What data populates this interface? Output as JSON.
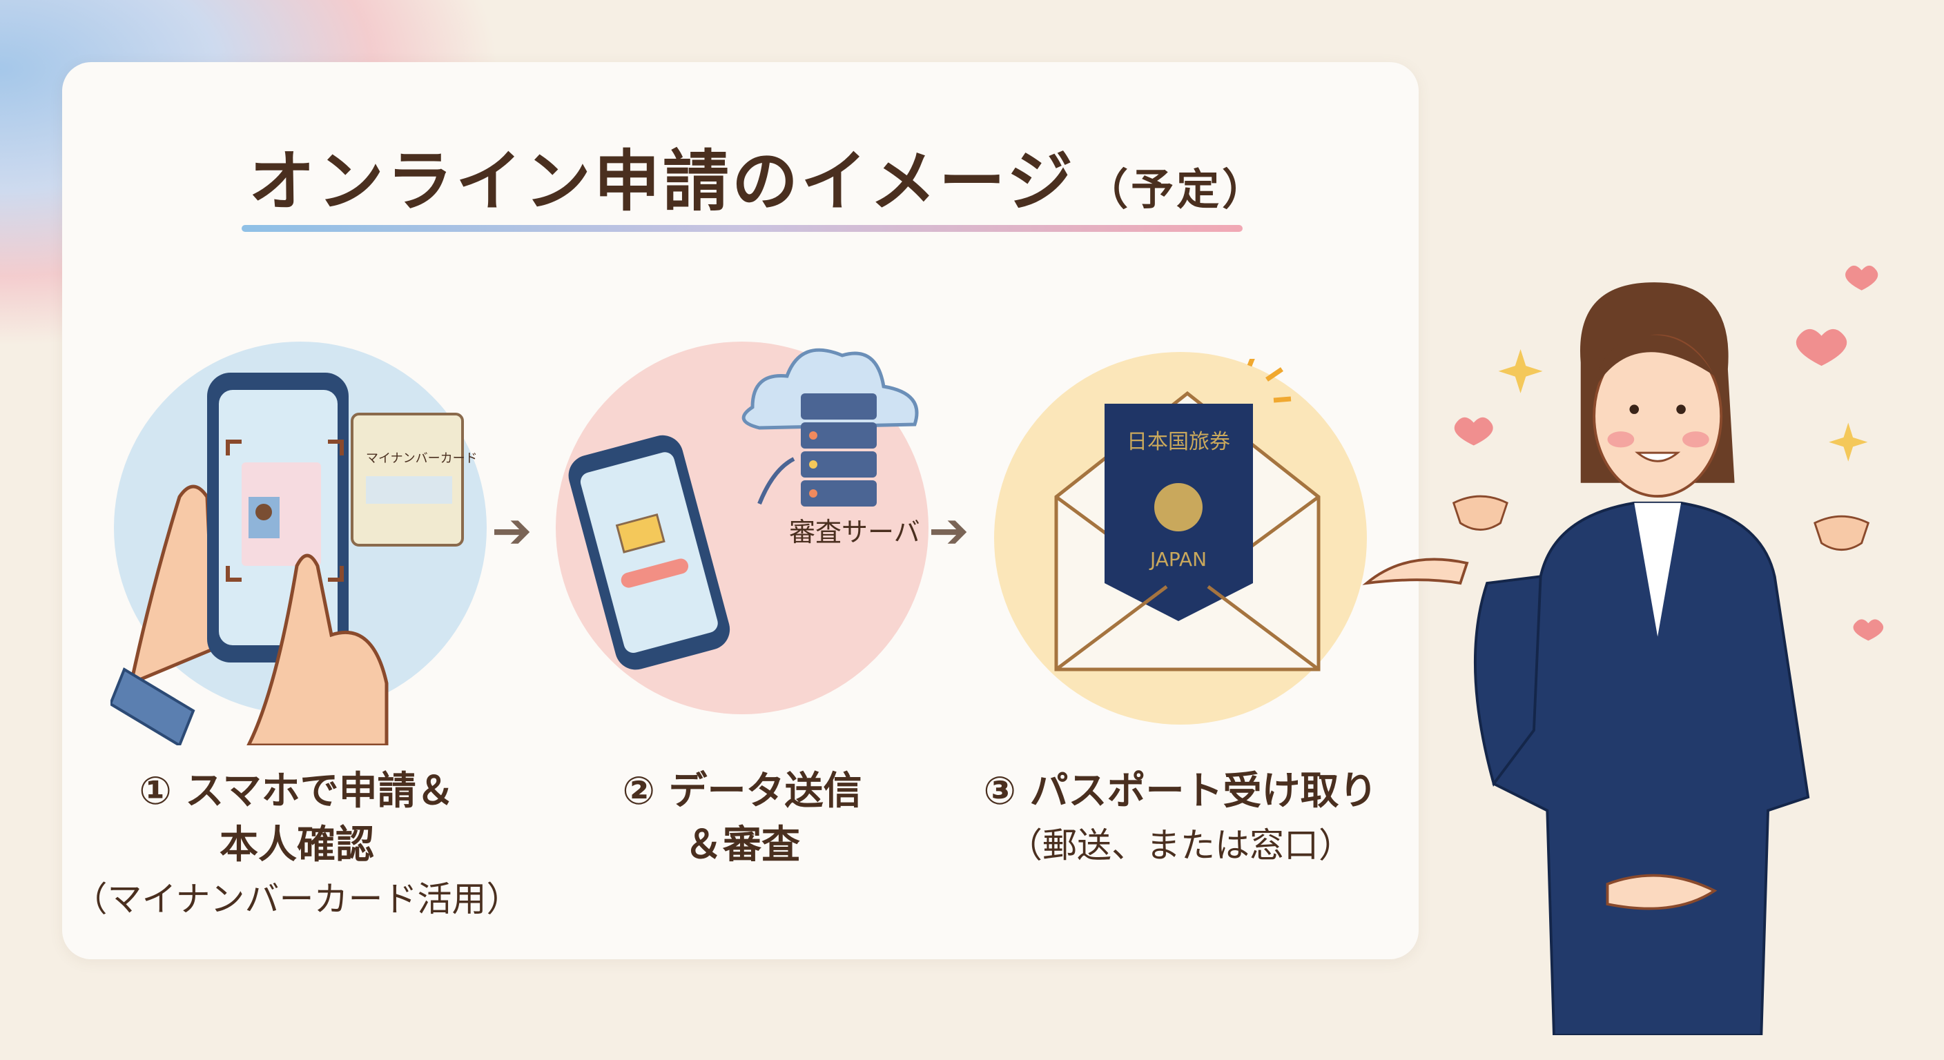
{
  "title": {
    "main": "オンライン申請のイメージ",
    "note": "（予定）"
  },
  "steps": [
    {
      "line1": "① スマホで申請＆",
      "line2": "本人確認",
      "line3": "（マイナンバーカード活用）"
    },
    {
      "line1": "② データ送信",
      "line2": "＆審査"
    },
    {
      "line1": "③ パスポート受け取り",
      "line2": "（郵送、または窓口）"
    }
  ],
  "illustration": {
    "card_label": "マイナンバーカード",
    "server_label": "審査サーバ",
    "passport_country": "JAPAN",
    "passport_title": "日本国旅券"
  },
  "arrow_glyph": "➔",
  "colors": {
    "text": "#4a2f1f",
    "step1": "#d3e6f2",
    "step2": "#f8d6d1",
    "step3": "#fbe6b9",
    "navy": "#1f3566"
  }
}
